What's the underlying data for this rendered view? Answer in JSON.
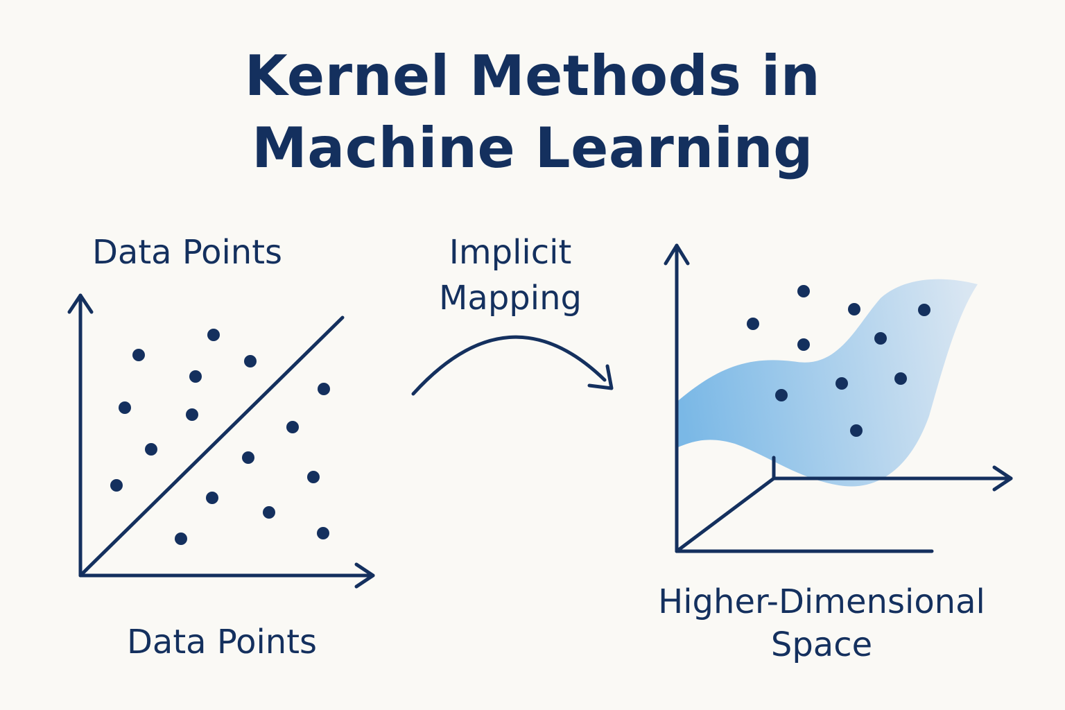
{
  "title": {
    "line1": "Kernel Methods in",
    "line2": "Machine Learning"
  },
  "left_panel": {
    "label_top": "Data Points",
    "label_bottom": "Data Points"
  },
  "mapping": {
    "line1": "Implicit",
    "line2": "Mapping"
  },
  "right_panel": {
    "line1": "Higher-Dimensional",
    "line2": "Space"
  },
  "colors": {
    "ink": "#14305e",
    "background": "#faf9f5",
    "surface_strong": "#7ab8e6",
    "surface_light": "#d9e6f2"
  }
}
